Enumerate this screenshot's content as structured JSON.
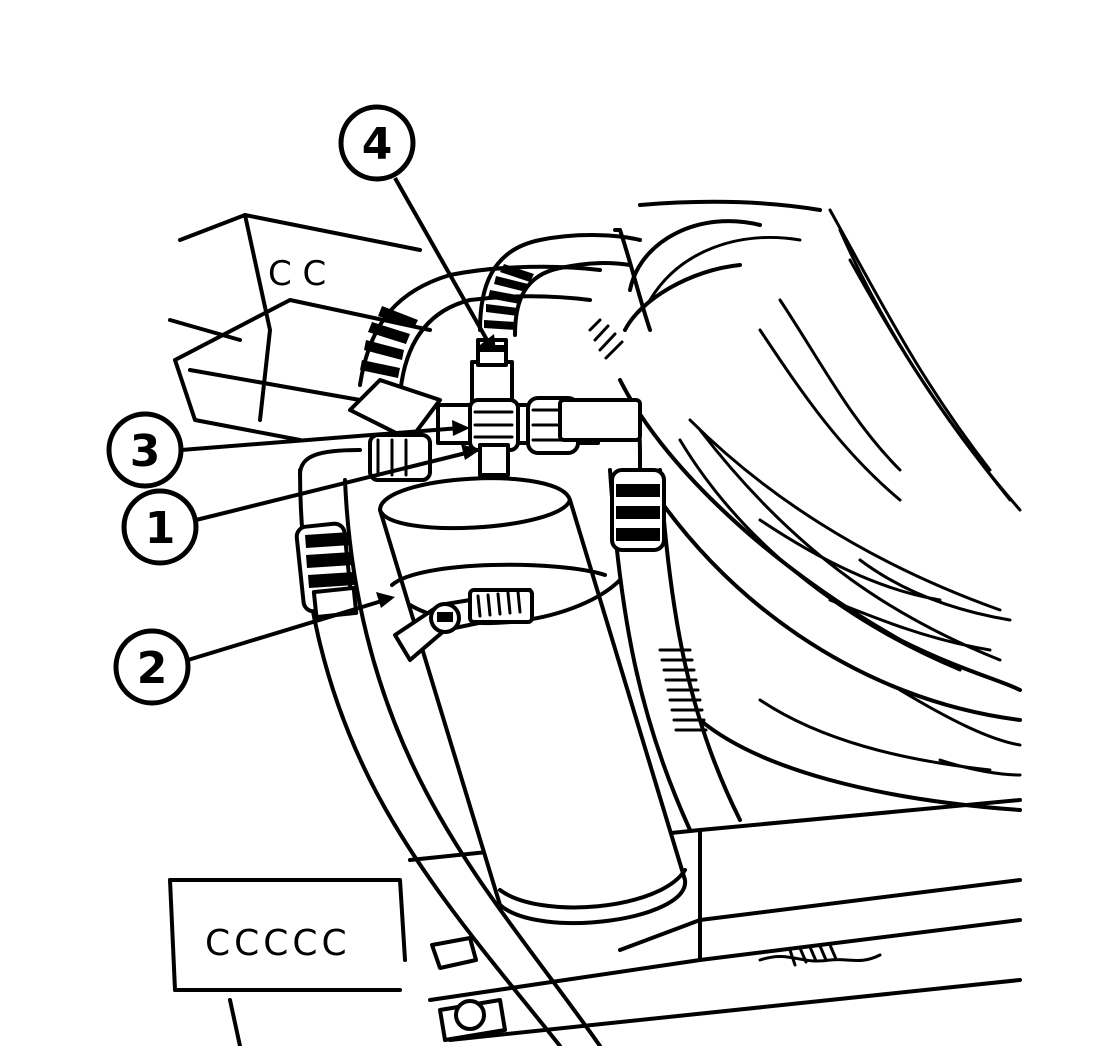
{
  "callouts": [
    {
      "id": "1",
      "label": "1"
    },
    {
      "id": "2",
      "label": "2"
    },
    {
      "id": "3",
      "label": "3"
    },
    {
      "id": "4",
      "label": "4"
    }
  ],
  "stamped_marks": {
    "upper_bracket": "C C",
    "lower_bracket": "CCCCC"
  }
}
